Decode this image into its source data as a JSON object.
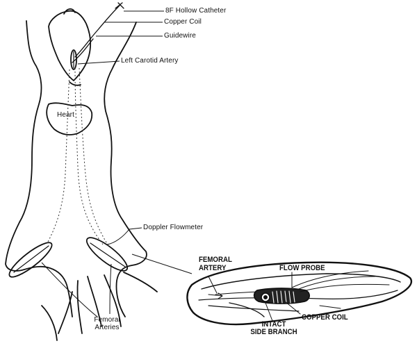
{
  "labels": {
    "catheter": "8F Hollow Catheter",
    "coil": "Copper Coil",
    "guidewire": "Guidewire",
    "carotid": "Left Carotid Artery",
    "heart": "Heart",
    "doppler": "Doppler Flowmeter",
    "femoral_arteries_1": "Femoral",
    "femoral_arteries_2": "Arteries"
  },
  "inset": {
    "femoral_artery_1": "FEMORAL",
    "femoral_artery_2": "ARTERY",
    "flow_probe": "FLOW PROBE",
    "copper_coil": "COPPER COIL",
    "side_branch_1": "INTACT",
    "side_branch_2": "SIDE BRANCH"
  },
  "colors": {
    "ink": "#111111",
    "paper": "#ffffff"
  }
}
